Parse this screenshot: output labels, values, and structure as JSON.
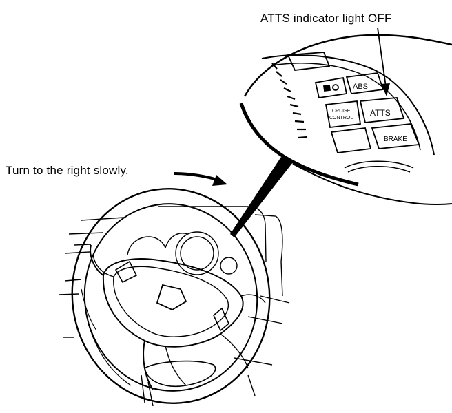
{
  "callouts": {
    "indicator": "ATTS indicator light OFF",
    "instruction": "Turn to the right slowly."
  },
  "panel": {
    "abs": "ABS",
    "cruise_line1": "CRUISE",
    "cruise_line2": "CONTROL",
    "atts": "ATTS",
    "brake": "BRAKE"
  }
}
